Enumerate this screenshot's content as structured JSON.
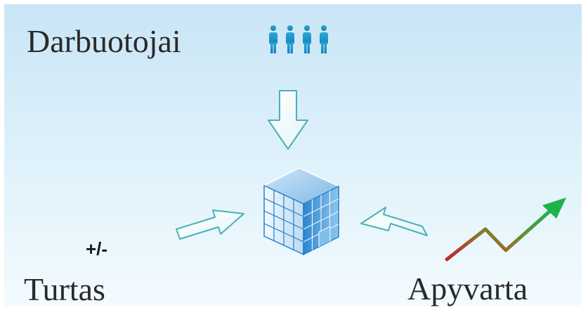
{
  "labels": {
    "employees": "Darbuotojai",
    "assets": "Turtas",
    "assets_change": "+/-",
    "turnover": "Apyvarta"
  },
  "icons": {
    "people": "people-icon",
    "building": "building-icon",
    "trend": "trend-arrow-icon",
    "arrows": "hollow-arrow-icon"
  },
  "colors": {
    "background_top": "#c9e5f6",
    "background_bottom": "#f3fbfe",
    "people": "#1f9ac9",
    "arrow_stroke": "#4ab0b8",
    "building": "#3a8fd0",
    "trend_start": "#c0262a",
    "trend_end": "#1db34a"
  }
}
